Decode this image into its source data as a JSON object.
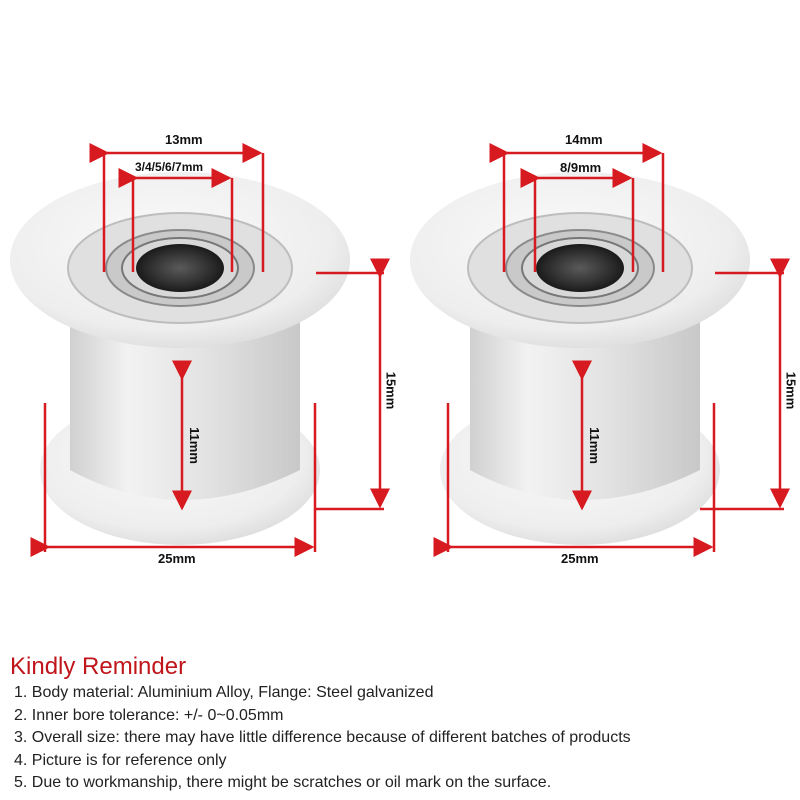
{
  "colors": {
    "dimension_line": "#d71920",
    "heading": "#c0151b",
    "text": "#222222",
    "background": "#ffffff",
    "metal_light": "#f0f0f0",
    "metal_mid": "#d6d6d6",
    "metal_dark": "#8a8a8a"
  },
  "pulleys": [
    {
      "name": "left-pulley",
      "outer_diameter_label": "13mm",
      "bore_label": "3/4/5/6/7mm",
      "belt_width_label": "11mm",
      "total_height_label": "15mm",
      "flange_diameter_label": "25mm"
    },
    {
      "name": "right-pulley",
      "outer_diameter_label": "14mm",
      "bore_label": "8/9mm",
      "belt_width_label": "11mm",
      "total_height_label": "15mm",
      "flange_diameter_label": "25mm"
    }
  ],
  "reminder": {
    "title": "Kindly Reminder",
    "items": [
      "1. Body material: Aluminium Alloy, Flange: Steel galvanized",
      "2. Inner bore tolerance: +/- 0~0.05mm",
      "3. Overall size: there may have little difference because of different batches of products",
      "4. Picture is for reference only",
      "5. Due to workmanship, there might be scratches or oil mark on the surface."
    ]
  }
}
